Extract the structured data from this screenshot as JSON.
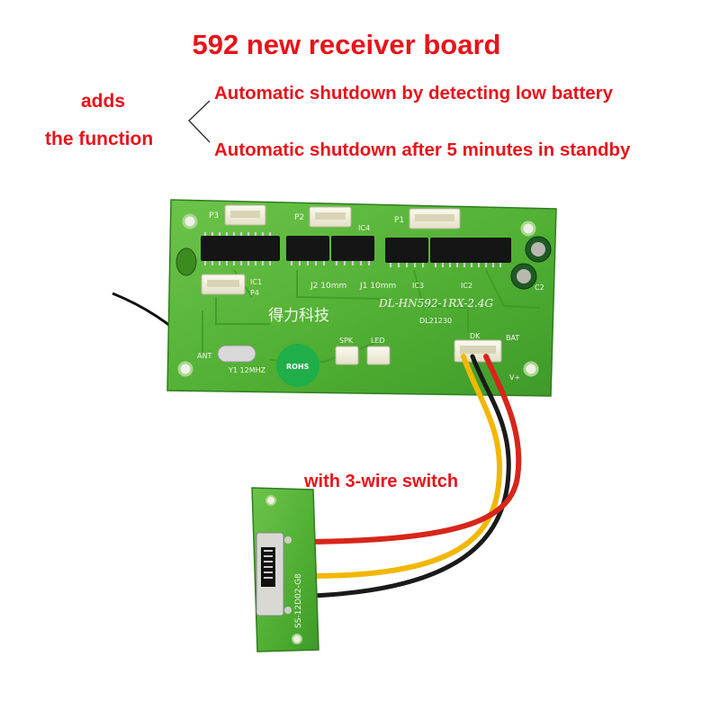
{
  "header": {
    "title": "592 new receiver board",
    "adds": "adds",
    "the_function": "the function",
    "features": [
      "Automatic shutdown by detecting low battery",
      "Automatic shutdown after 5 minutes in standby"
    ]
  },
  "board": {
    "labels": {
      "p3": "P3",
      "p2": "P2",
      "ic4": "IC4",
      "p1": "P1",
      "ic1": "IC1",
      "p4": "P4",
      "j2": "J2 10mm",
      "j1": "J1 10mm",
      "ic3": "IC3",
      "ic2": "IC2",
      "model": "DL-HN592-1RX-2.4G",
      "chinese": "得力科技",
      "code": "DL21230",
      "spk": "SPK",
      "led": "LED",
      "dk": "DK",
      "bat": "BAT",
      "vplus": "V+",
      "ant": "ANT",
      "crystal": "Y1 12MHZ",
      "rohs": "ROHS",
      "c2": "C2"
    }
  },
  "switch_board": {
    "label": "SS-12D02-G8"
  },
  "annotation": {
    "switch_label": "with 3-wire switch"
  },
  "colors": {
    "accent_red": "#e8131b",
    "pcb_green": "#52b234",
    "wire_red": "#d8251a",
    "wire_yellow": "#f2b705",
    "wire_black": "#1a1a1a"
  }
}
